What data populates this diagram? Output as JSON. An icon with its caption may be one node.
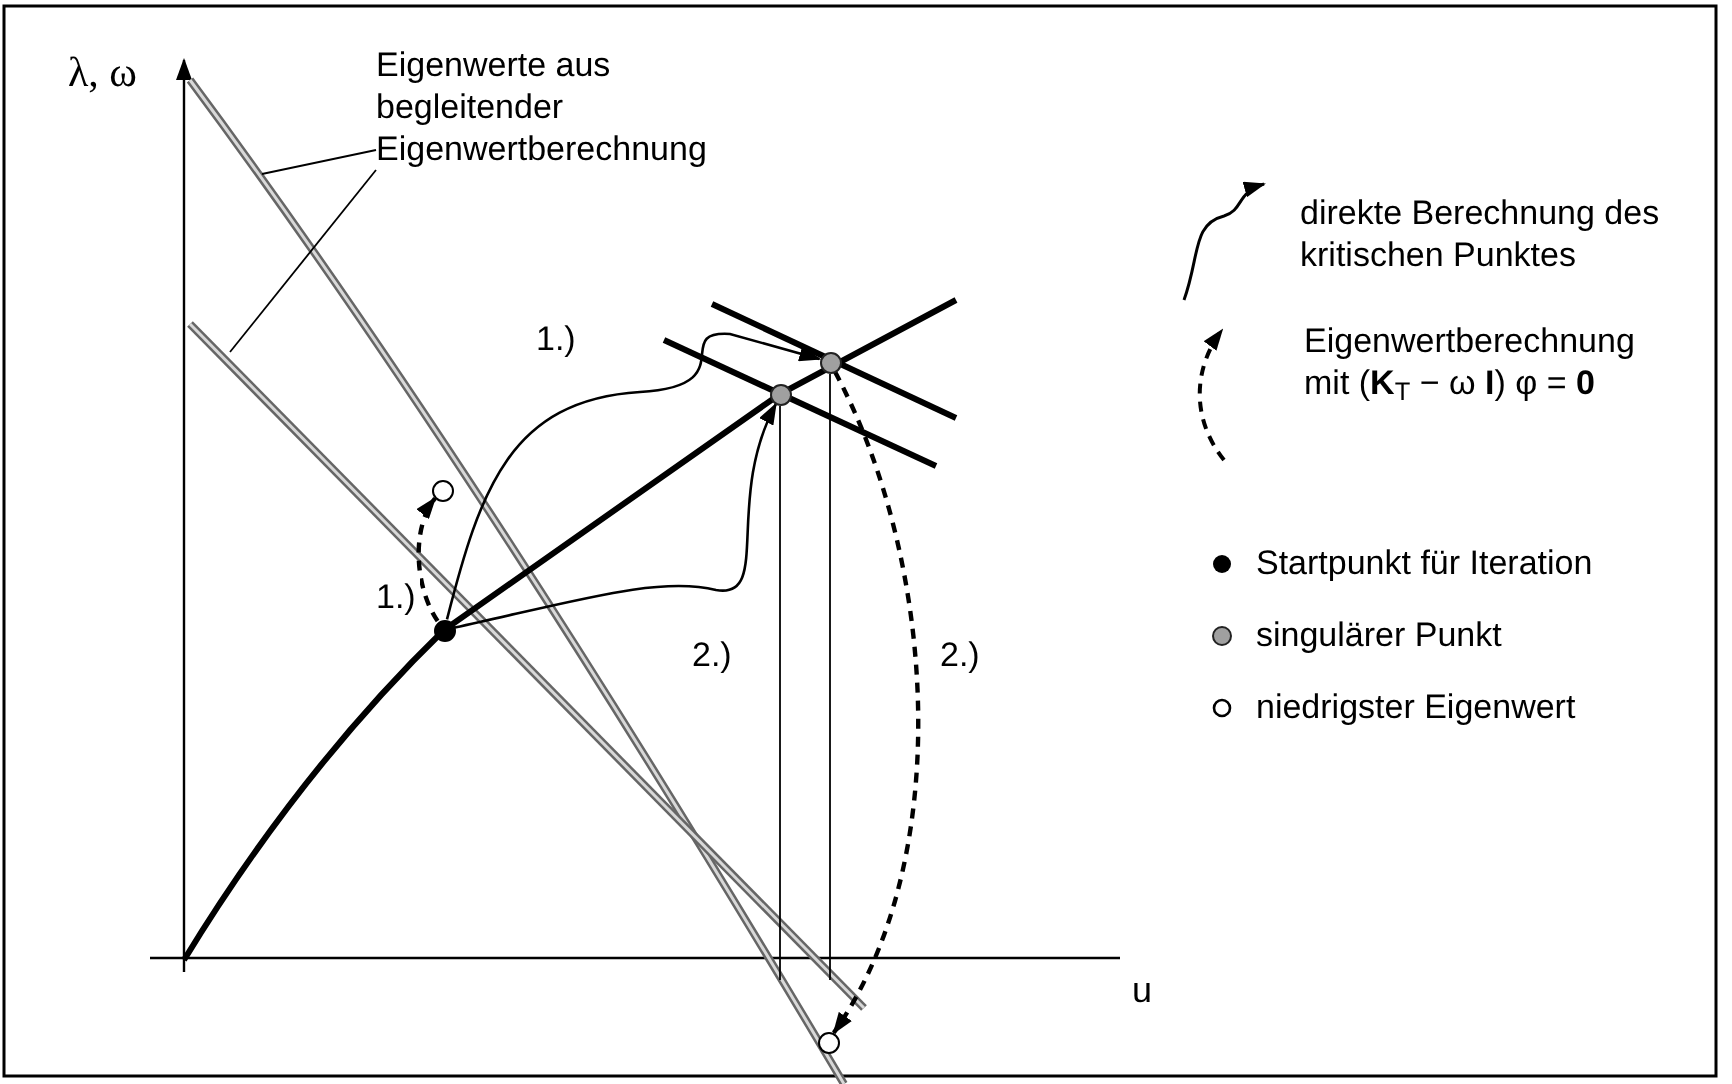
{
  "diagram": {
    "nodes": [
      {
        "text": [
          "Eigenwerte aus begleitender Eigenwertberechnung"
        ]
      },
      {
        "text": [],
        "shape": "circle"
      },
      {
        "text": [],
        "shape": "circle"
      },
      {
        "text": [],
        "shape": "circle"
      },
      {
        "text": [],
        "shape": "circle"
      },
      {
        "text": [],
        "shape": "circle"
      }
    ],
    "edges": [
      {
        "from": 0,
        "to": null,
        "arrow": "none"
      },
      {
        "from": 0,
        "to": null,
        "arrow": "none"
      },
      {
        "from": 1,
        "to": 2,
        "arrow": "to",
        "label": "1.)",
        "style": "dashed"
      },
      {
        "from": 1,
        "to": 4,
        "arrow": "to",
        "label": "1.)"
      },
      {
        "from": 1,
        "to": 3,
        "arrow": "to",
        "label": "2.)"
      },
      {
        "from": 4,
        "to": 5,
        "arrow": "to",
        "label": "2.)",
        "style": "dashed"
      }
    ],
    "labels": [
      "λ, ω",
      "u"
    ],
    "legend": [
      {
        "text": "direkte Berechnung des kritischen Punktes"
      },
      {
        "text": "Eigenwertberechnung mit (**K**$_{T}$ − ω **I**) φ  = **0**"
      },
      {
        "text": "Startpunkt für Iteration"
      },
      {
        "text": "singulärer Punkt"
      },
      {
        "text": "niedrigster Eigenwert"
      }
    ]
  }
}
